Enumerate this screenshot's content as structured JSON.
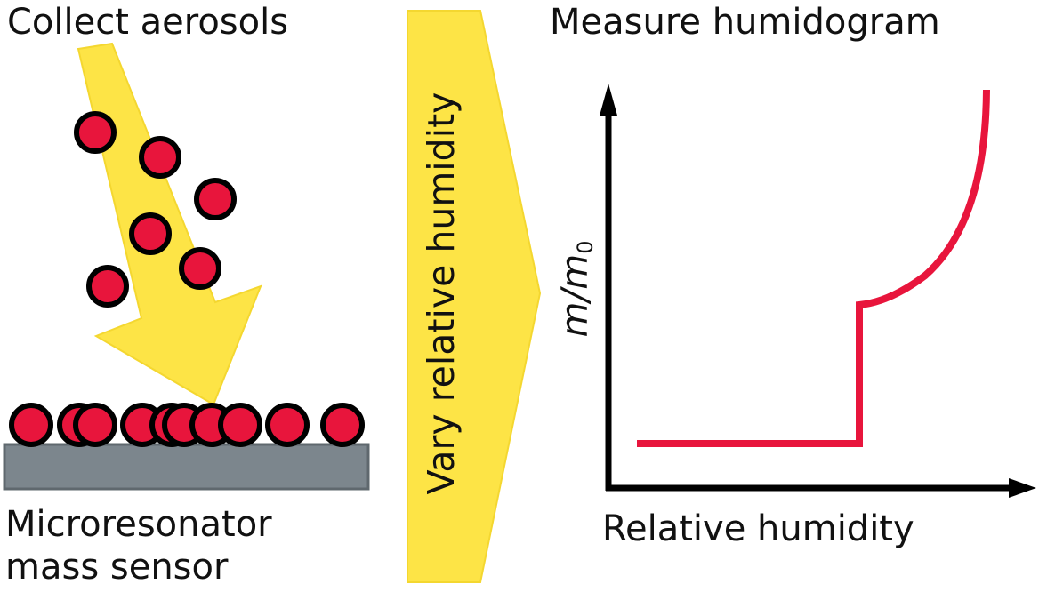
{
  "steps": {
    "collect": "Collect aerosols",
    "vary": "Vary relative humidity",
    "measure": "Measure humidogram"
  },
  "sensor": {
    "line1": "Microresonator",
    "line2": "mass sensor"
  },
  "humidogram": {
    "y_label_main": "m/m",
    "y_label_sub": "0",
    "x_label": "Relative humidity"
  },
  "colors": {
    "arrow": "#fde446",
    "particle": "#e8153c",
    "particle_outline": "#000000",
    "sensor": "#7c868d",
    "curve": "#e8153c",
    "axes": "#000000"
  },
  "icons": {
    "flow_arrow": "yellow-arrow-icon",
    "particle": "aerosol-particle-icon",
    "sensor": "microresonator-plate-icon",
    "process_arrow": "chevron-right-arrow-icon"
  }
}
